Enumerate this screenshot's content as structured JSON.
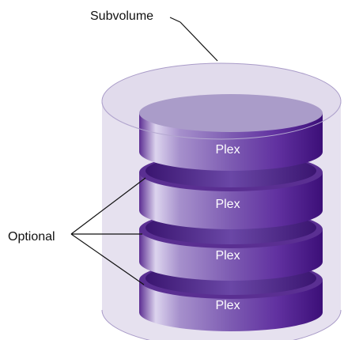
{
  "labels": {
    "subvolume": "Subvolume",
    "optional": "Optional"
  },
  "plexes": [
    {
      "label": "Plex",
      "optional": false
    },
    {
      "label": "Plex",
      "optional": true
    },
    {
      "label": "Plex",
      "optional": true
    },
    {
      "label": "Plex",
      "optional": true
    }
  ],
  "colors": {
    "subvolume_fill": "#e6e1ef",
    "plex_top": "#aa9cc9",
    "plex_side_dark": "#4a1a84",
    "plex_side_light": "#d9d0ec",
    "label_text": "#ffffff",
    "callout_lines": "#111111"
  }
}
